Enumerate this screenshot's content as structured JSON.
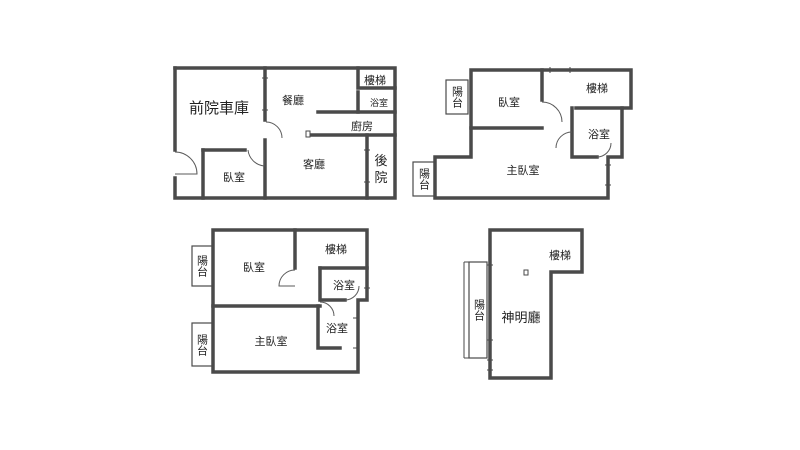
{
  "floor1": {
    "front_garage": "前院車庫",
    "dining": "餐廳",
    "stairs": "樓梯",
    "bath": "浴室",
    "kitchen": "廚房",
    "bedroom": "臥室",
    "living": "客廳",
    "back_yard_1": "後",
    "back_yard_2": "院"
  },
  "floor2": {
    "balcony_top": "陽台",
    "bedroom": "臥室",
    "stairs": "樓梯",
    "bath": "浴室",
    "balcony_bottom": "陽台",
    "master_bedroom": "主臥室"
  },
  "floor3": {
    "balcony_top": "陽台",
    "bedroom": "臥室",
    "stairs": "樓梯",
    "bath_upper": "浴室",
    "balcony_bottom": "陽台",
    "master_bedroom": "主臥室",
    "bath_lower": "浴室"
  },
  "floor4": {
    "stairs": "樓梯",
    "balcony": "陽台",
    "shrine_hall": "神明廳"
  }
}
